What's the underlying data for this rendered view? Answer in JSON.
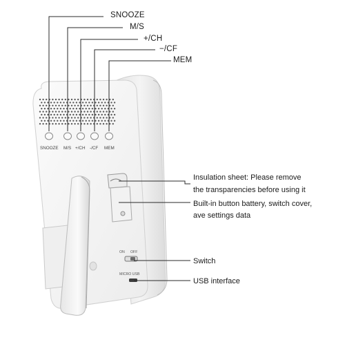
{
  "top_labels": {
    "snooze": "SNOOZE",
    "ms": "M/S",
    "plus_ch": "+/CH",
    "minus_cf": "−/CF",
    "mem": "MEM"
  },
  "button_labels": {
    "snooze": "SNOOZE",
    "ms": "M/S",
    "plus_ch": "+/CH",
    "minus_cf": "-/CF",
    "mem": "MEM"
  },
  "side_labels": {
    "insulation_line1": "Insulation sheet: Please remove",
    "insulation_line2": "the transparencies before using it",
    "battery_line1": "Built-in button battery, switch cover,",
    "battery_line2": "ave settings data",
    "switch": "Switch",
    "usb": "USB interface"
  },
  "device_text": {
    "on": "ON",
    "off": "OFF",
    "micro_usb": "MICRO USB"
  },
  "colors": {
    "leader_line": "#2a2a2a",
    "device_body": "#f3f3f3",
    "device_edge": "#cfcfcf",
    "speaker_hole": "#5b5b5b"
  }
}
